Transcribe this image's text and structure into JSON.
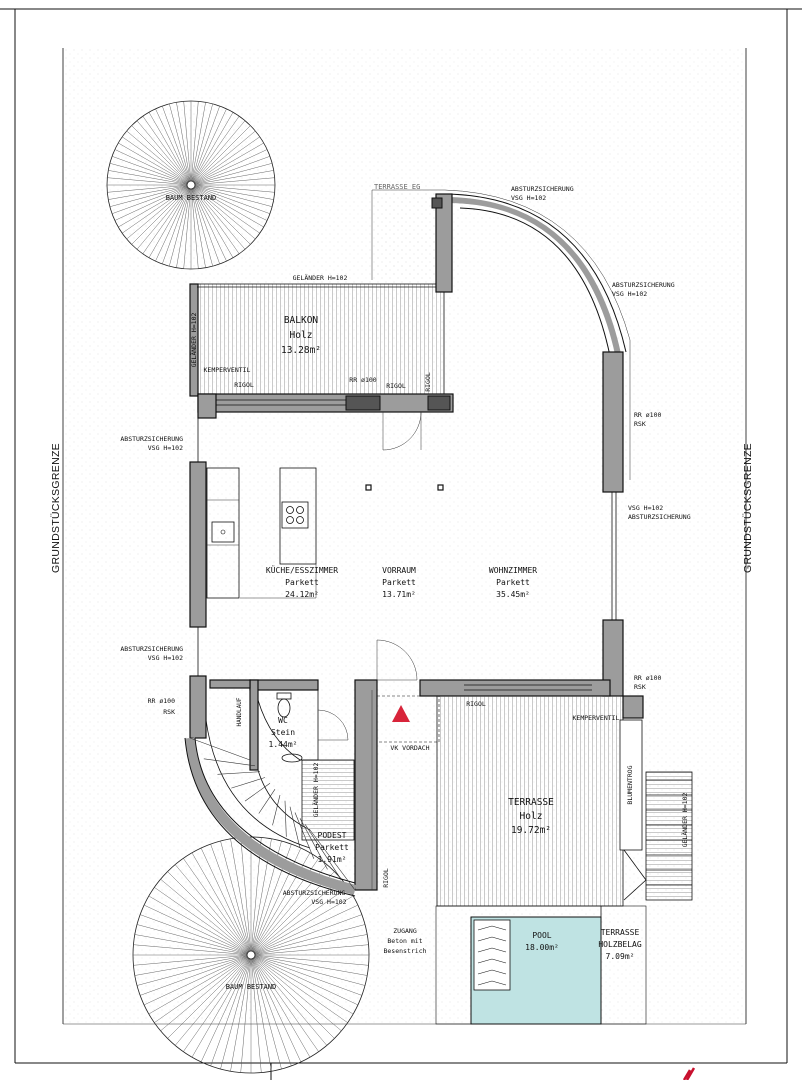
{
  "plan": {
    "boundary_left": "GRUNDSTÜCKSGRENZE",
    "boundary_right": "GRUNDSTÜCKSGRENZE",
    "tree_top": "BAUM BESTAND",
    "tree_bottom": "BAUM BESTAND",
    "terrace_eg": "TERRASSE EG",
    "railing_balcony": "GELÄNDER H=102",
    "railing_balcony_side": "GELÄNDER H=102",
    "fall_protection_top_1": "ABSTURZSICHERUNG",
    "fall_protection_top_1b": "VSG H=102",
    "fall_protection_top_2": "ABSTURZSICHERUNG",
    "fall_protection_top_2b": "VSG H=102",
    "fall_protection_left_1": "ABSTURZSICHERUNG",
    "fall_protection_left_1b": "VSG H=102",
    "fall_protection_left_2": "ABSTURZSICHERUNG",
    "fall_protection_left_2b": "VSG H=102",
    "fall_protection_right_a": "VSG H=102",
    "fall_protection_right_b": "ABSTURZSICHERUNG",
    "fall_protection_bottom_1": "ABSTURZSICHERUNG",
    "fall_protection_bottom_1b": "VSG H=102",
    "kemper_1": "KEMPERVENTIL",
    "kemper_2": "KEMPERVENTIL",
    "rigol_1": "RIGOL",
    "rigol_2": "RIGOL",
    "rigol_3": "RIGOL",
    "rigol_4": "RIGOL",
    "rigol_5": "RIGOL",
    "rr_1": "RR ø100",
    "rr_2": "RR ø100",
    "rr_2b": "RSK",
    "rr_3": "RR ø100",
    "rr_3b": "RSK",
    "rr_4": "RR ø100",
    "rr_4b": "RSK",
    "handlauf": "HANDLAUF",
    "railing_stairs": "GELÄNDER H=102",
    "railing_right": "GELÄNDER H=102",
    "vk_vordach": "VK VORDACH",
    "blumentrog": "BLUMENTROG",
    "zugang_1": "ZUGANG",
    "zugang_2": "Beton mit",
    "zugang_3": "Besenstrich"
  },
  "rooms": {
    "balkon": {
      "name": "BALKON",
      "floor": "Holz",
      "area": "13.28m²"
    },
    "kueche": {
      "name": "KÜCHE/ESSZIMMER",
      "floor": "Parkett",
      "area": "24.12m²"
    },
    "vorraum": {
      "name": "VORRAUM",
      "floor": "Parkett",
      "area": "13.71m²"
    },
    "wohnzimmer": {
      "name": "WOHNZIMMER",
      "floor": "Parkett",
      "area": "35.45m²"
    },
    "wc": {
      "name": "WC",
      "floor": "Stein",
      "area": "1.44m²"
    },
    "podest": {
      "name": "PODEST",
      "floor": "Parkett",
      "area": "1.91m²"
    },
    "terrasse": {
      "name": "TERRASSE",
      "floor": "Holz",
      "area": "19.72m²"
    },
    "pool": {
      "name": "POOL",
      "area": "18.00m²"
    },
    "terrasse2": {
      "name": "TERRASSE",
      "floor": "HOLZBELAG",
      "area": "7.09m²"
    }
  },
  "colors": {
    "pool": "#bfe3e3",
    "entrance_marker": "#d8243a",
    "brand_mark": "#c8102e",
    "hatch": "#9c9c9c"
  },
  "icons": {
    "entrance": "triangle-up",
    "cooktop": "four-burner-hob",
    "sink": "kitchen-sink",
    "toilet": "wc-bowl",
    "trees": "radial-tree-symbol"
  }
}
